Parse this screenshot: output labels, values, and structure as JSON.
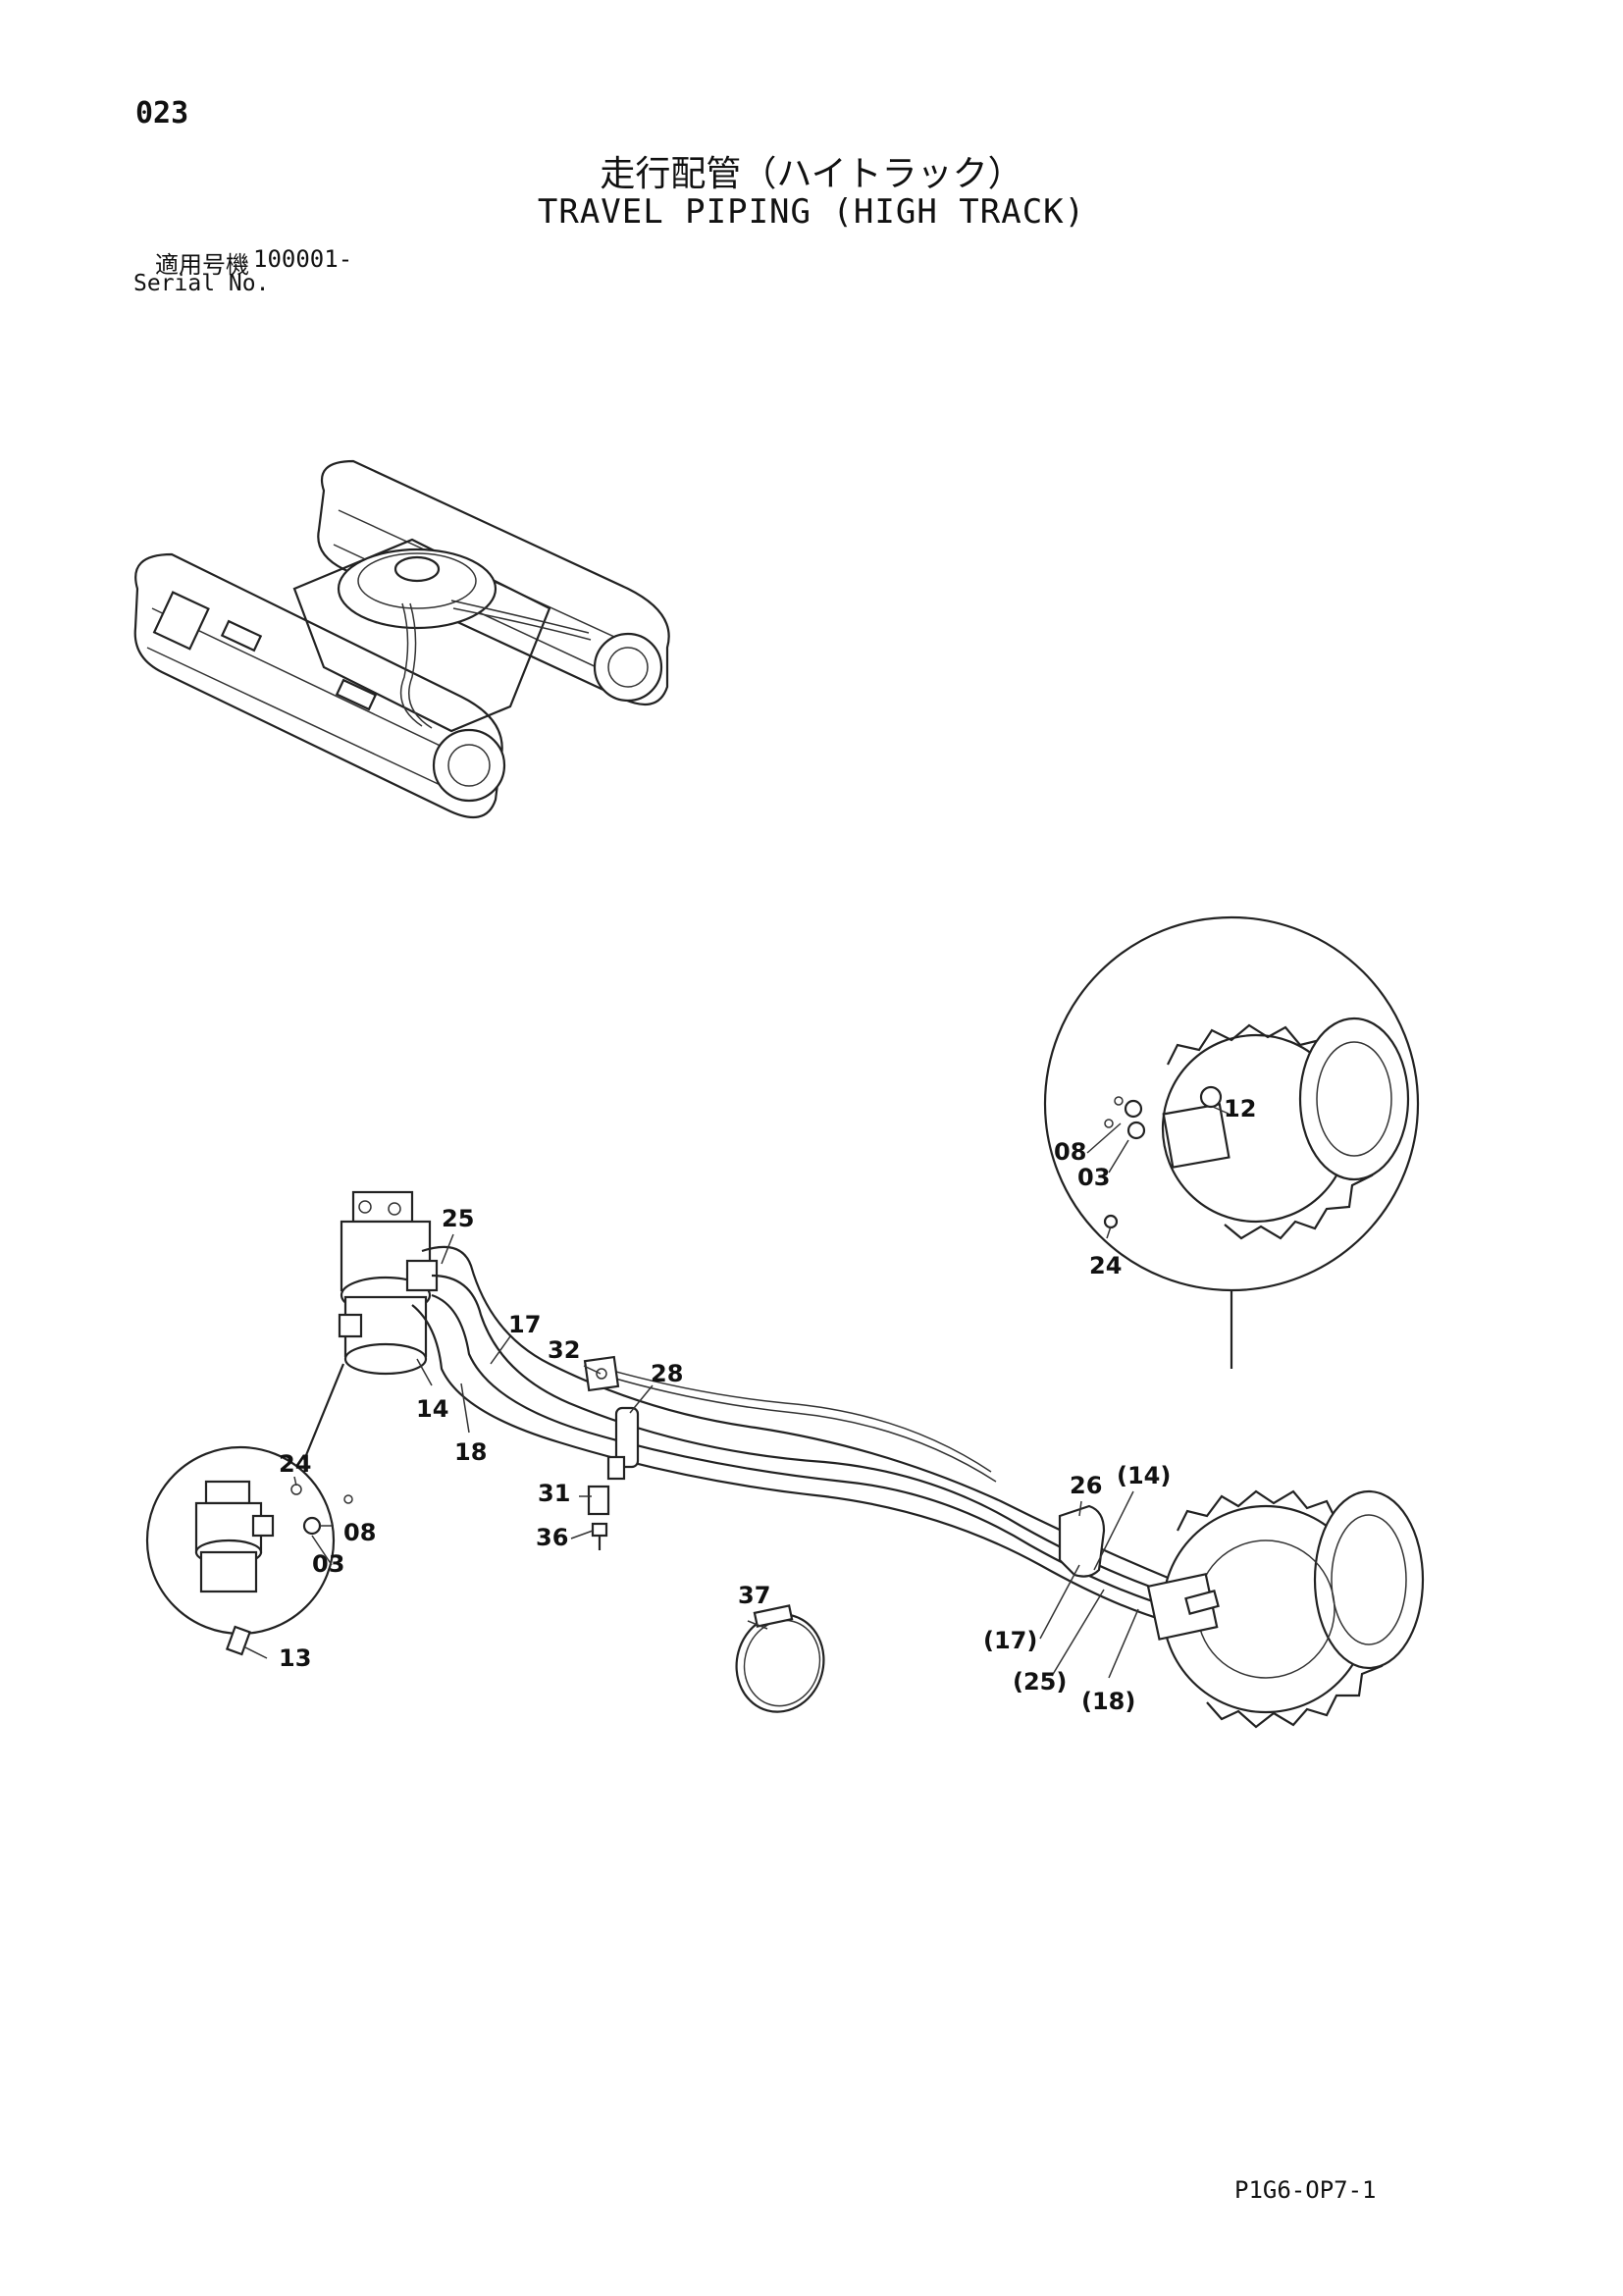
{
  "header": {
    "page_number": "023",
    "title_ja": "走行配管（ハイトラック）",
    "title_en": "TRAVEL PIPING (HIGH TRACK)",
    "serial_label_ja": "適用号機",
    "serial_value": "100001-",
    "serial_label_en": "Serial No."
  },
  "callouts": {
    "c25": "25",
    "c17": "17",
    "c32": "32",
    "c28": "28",
    "c14": "14",
    "c18": "18",
    "c31": "31",
    "c36": "36",
    "c37": "37",
    "c26": "26",
    "c14p": "(14)",
    "c17p": "(17)",
    "c25p": "(25)",
    "c18p": "(18)",
    "inset_left": {
      "c24": "24",
      "c08": "08",
      "c03": "03",
      "c13": "13"
    },
    "inset_right": {
      "c12": "12",
      "c08": "08",
      "c03": "03",
      "c24": "24"
    }
  },
  "footer": {
    "doc_code": "P1G6-OP7-1"
  }
}
